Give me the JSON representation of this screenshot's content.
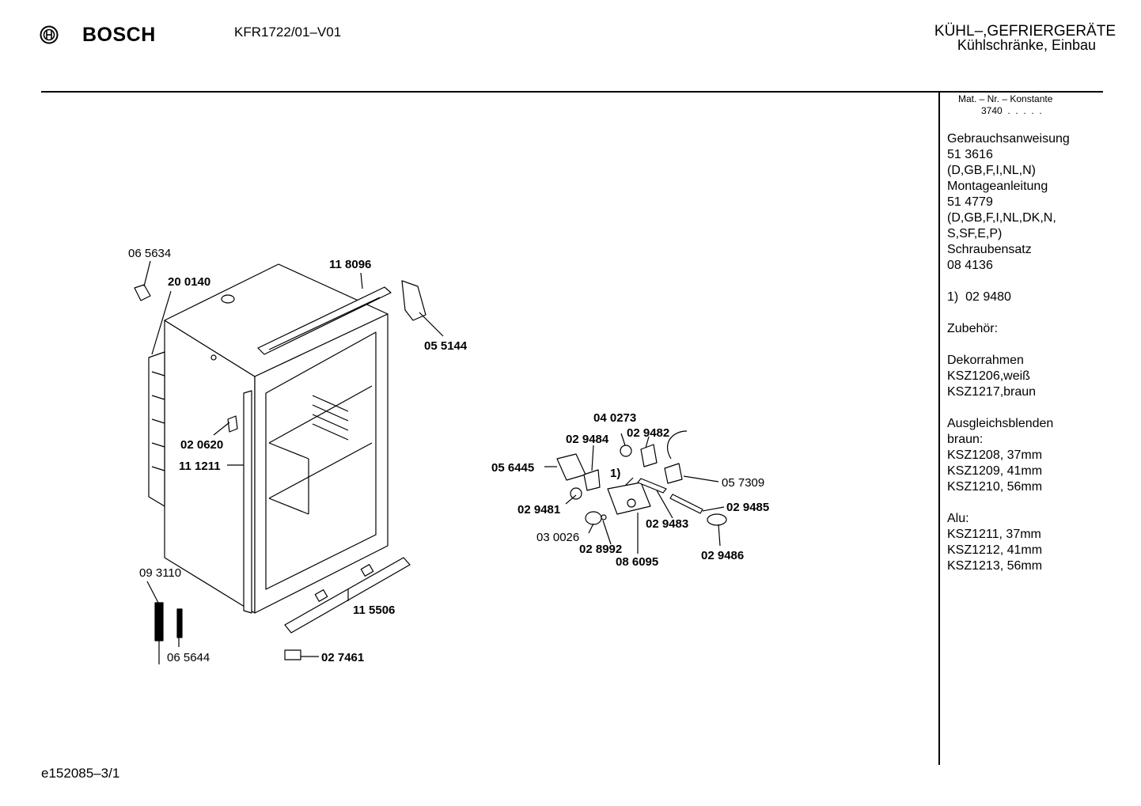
{
  "header": {
    "brand": "BOSCH",
    "model": "KFR1722/01–V01",
    "category_line1": "KÜHL–,GEFRIERGERÄTE",
    "category_line2": "Kühlschränke, Einbau"
  },
  "side_panel": {
    "mat_label": "Mat. – Nr. – Konstante",
    "mat_value": "3740  .  .  .  .  .",
    "lines_a": [
      "Gebrauchsanweisung",
      "51 3616",
      "(D,GB,F,I,NL,N)",
      "Montageanleitung",
      "51 4779",
      "(D,GB,F,I,NL,DK,N,",
      "S,SF,E,P)",
      "Schraubensatz",
      "08 4136"
    ],
    "note_1": "1)  02 9480",
    "accessories_label": "Zubehör:",
    "lines_b": [
      "Dekorrahmen",
      "KSZ1206,weiß",
      "KSZ1217,braun"
    ],
    "lines_c": [
      "Ausgleichsblenden",
      "braun:",
      "KSZ1208, 37mm",
      "KSZ1209, 41mm",
      "KSZ1210, 56mm"
    ],
    "lines_d": [
      "Alu:",
      "KSZ1211, 37mm",
      "KSZ1212, 41mm",
      "KSZ1213, 56mm"
    ]
  },
  "footer": {
    "code": "e152085–3/1"
  },
  "parts": {
    "p065634": "06 5634",
    "p200140": "20 0140",
    "p118096": "11 8096",
    "p055144": "05 5144",
    "p020620": "02 0620",
    "p111211": "11 1211",
    "p093110": "09 3110",
    "p065644": "06 5644",
    "p115506": "11 5506",
    "p027461": "02 7461",
    "p040273": "04 0273",
    "p029484": "02 9484",
    "p029482": "02 9482",
    "p056445": "05 6445",
    "p057309": "05 7309",
    "note1": "1)",
    "p029481": "02 9481",
    "p029485": "02 9485",
    "p029483": "02 9483",
    "p030026": "03 0026",
    "p028992": "02 8992",
    "p086095": "08 6095",
    "p029486": "02 9486"
  }
}
